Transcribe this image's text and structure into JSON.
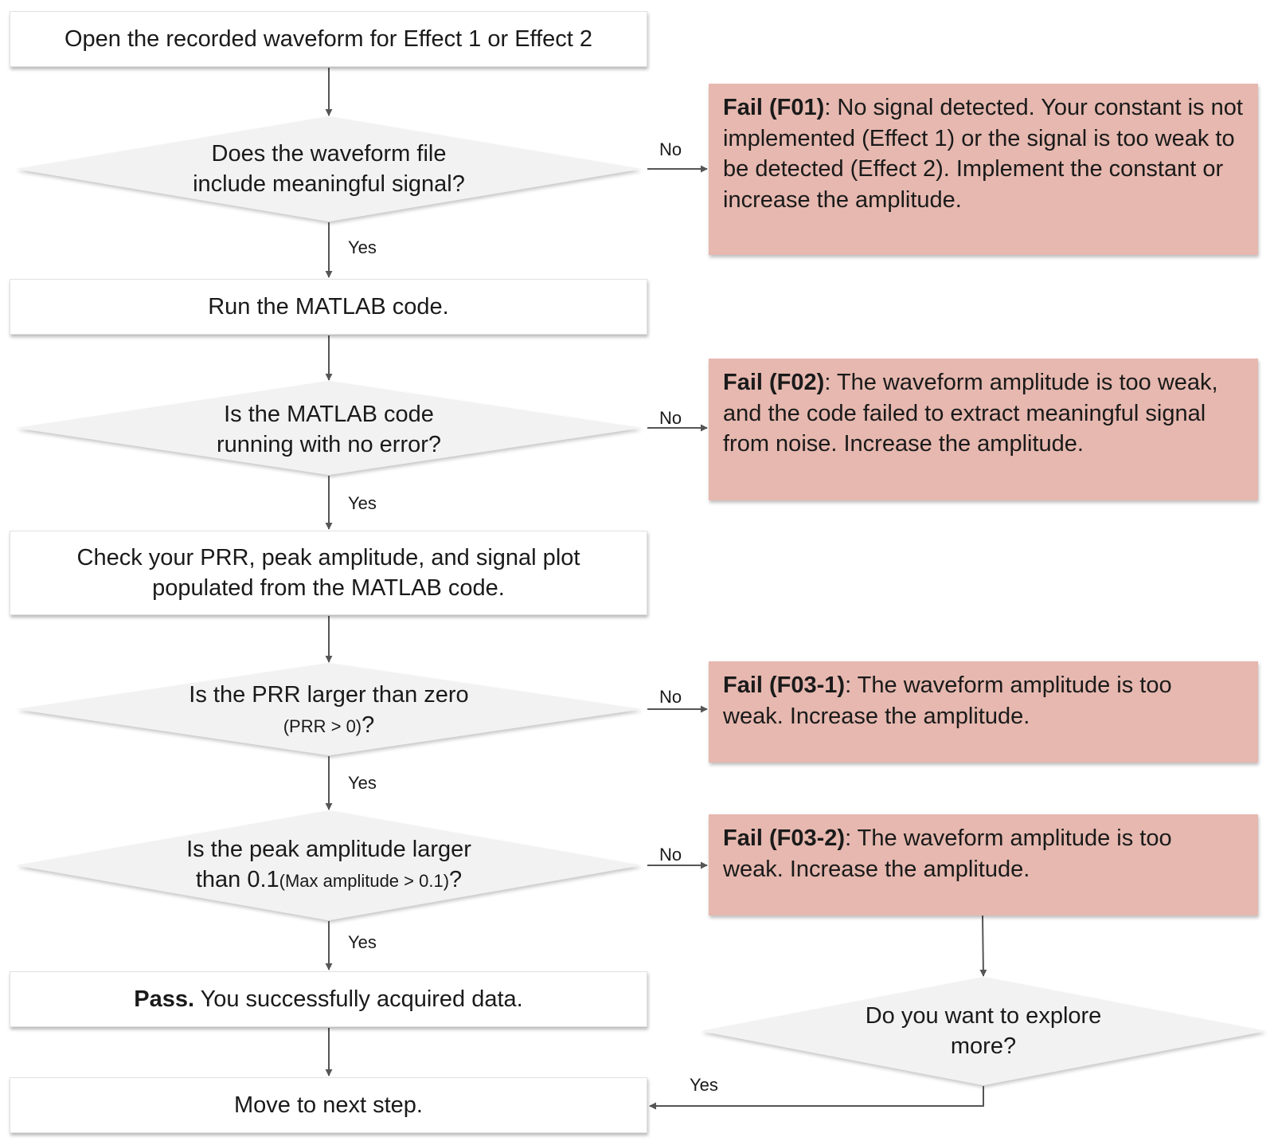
{
  "colors": {
    "fail_fill": "#e6b8af",
    "decision_fill": "#f2f2f2",
    "arrow": "#555555"
  },
  "steps": {
    "open": "Open the recorded waveform for Effect 1 or Effect 2",
    "run": "Run the MATLAB code.",
    "check_line1": "Check your PRR, peak amplitude, and signal plot",
    "check_line2": "populated from the MATLAB code.",
    "pass_bold": "Pass.",
    "pass_rest": " You successfully acquired data.",
    "move": "Move to next step."
  },
  "decisions": {
    "d1_line1": "Does the waveform file",
    "d1_line2": "include meaningful signal?",
    "d2_line1": "Is the MATLAB code",
    "d2_line2": "running with no error?",
    "d3_line1": "Is the PRR  larger than zero",
    "d3_line2": "(PRR > 0)",
    "d3_line2_tail": "?",
    "d4_line1": "Is the peak amplitude larger",
    "d4_line2a": "than 0.1",
    "d4_line2b": "(Max amplitude > 0.1)",
    "d4_line2c": "?",
    "d5_line1": "Do you want to explore",
    "d5_line2": "more?"
  },
  "fails": {
    "f01_code": "Fail (F01)",
    "f01_text": ": No signal detected. Your constant is not implemented (Effect 1) or the signal is too weak to be detected (Effect 2). Implement the constant or increase the amplitude.",
    "f02_code": "Fail (F02)",
    "f02_text": ": The waveform amplitude is too weak, and the code failed to extract meaningful signal from noise. Increase the amplitude.",
    "f031_code": "Fail (F03-1)",
    "f031_text": ": The waveform amplitude is too weak. Increase the amplitude.",
    "f032_code": "Fail (F03-2)",
    "f032_text": ": The waveform amplitude is too weak. Increase the amplitude."
  },
  "labels": {
    "yes": "Yes",
    "no": "No"
  }
}
